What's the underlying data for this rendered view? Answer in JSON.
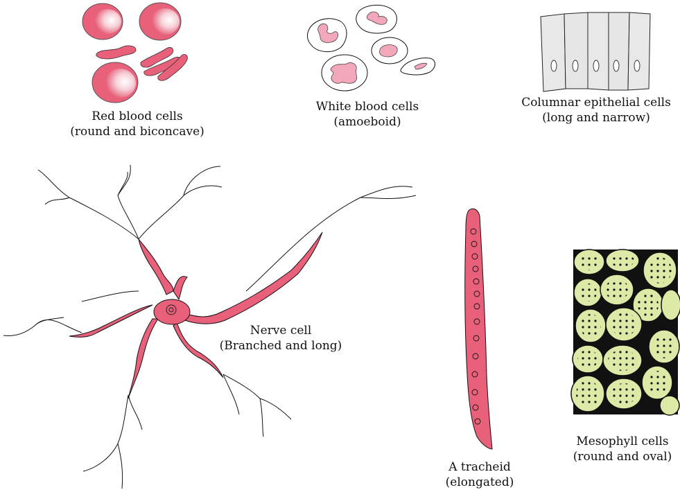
{
  "labels": {
    "rbc": {
      "line1": "Red blood cells",
      "line2": "(round and biconcave)"
    },
    "wbc": {
      "line1": "White blood cells",
      "line2": "(amoeboid)"
    },
    "columnar": {
      "line1": "Columnar epithelial cells",
      "line2": "(long and narrow)"
    },
    "nerve": {
      "line1": "Nerve cell",
      "line2": "(Branched and long)"
    },
    "tracheid": {
      "line1": "A tracheid",
      "line2": "(elongated)"
    },
    "mesophyll": {
      "line1": "Mesophyll cells",
      "line2": "(round and oval)"
    }
  },
  "colors": {
    "cell_pink": "#e8607a",
    "cell_pink_light": "#f7c9d3",
    "epithelial_fill": "#e8e8e8",
    "mesophyll_fill": "#dde9a6",
    "outline": "#111111"
  }
}
